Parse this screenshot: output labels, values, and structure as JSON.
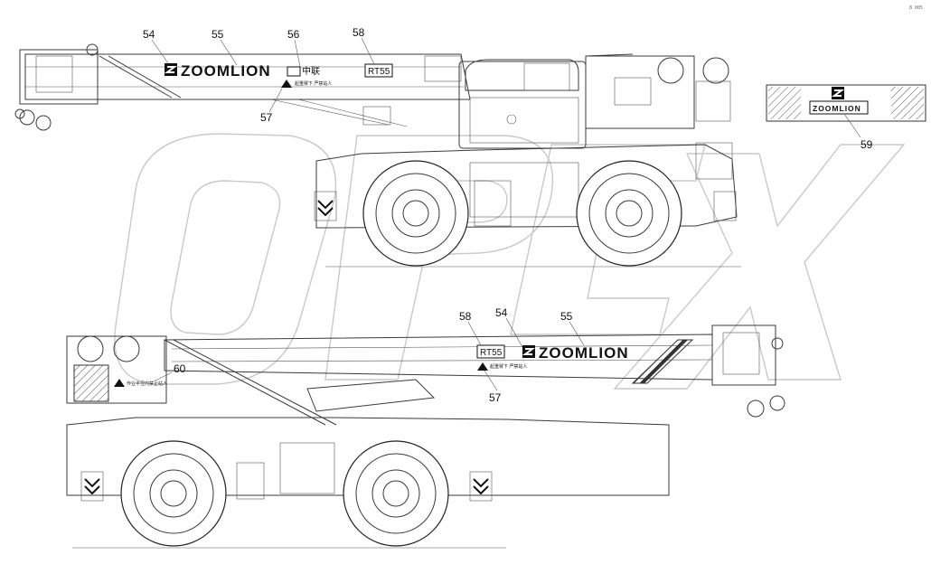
{
  "watermark": "OPEX",
  "corner_mark": "8 005",
  "brand_text": "ZOOMLION",
  "model_text": "RT55",
  "chinese_mark": "中联",
  "warning_text_57": "起重臂下 严禁站人",
  "warning_text_60": "作业半径内禁止站人",
  "callouts": {
    "top": [
      "54",
      "55",
      "56",
      "58",
      "57",
      "59"
    ],
    "bottom": [
      "58",
      "54",
      "55",
      "60",
      "57"
    ]
  }
}
